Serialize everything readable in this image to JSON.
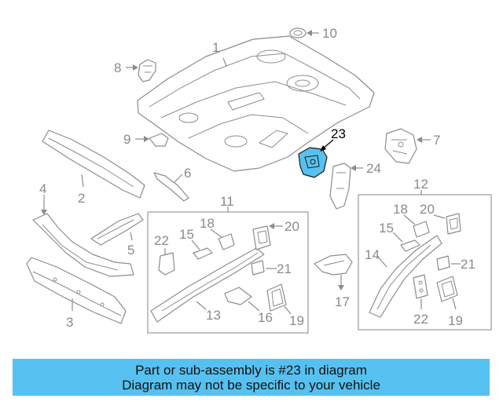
{
  "callouts": {
    "p1": "1",
    "p2": "2",
    "p3": "3",
    "p4": "4",
    "p5": "5",
    "p6": "6",
    "p7": "7",
    "p8": "8",
    "p9": "9",
    "p10": "10",
    "p11": "11",
    "p12": "12",
    "p13": "13",
    "p14": "14",
    "p15a": "15",
    "p15b": "15",
    "p16": "16",
    "p17": "17",
    "p18a": "18",
    "p18b": "18",
    "p19a": "19",
    "p19b": "19",
    "p20a": "20",
    "p20b": "20",
    "p21a": "21",
    "p21b": "21",
    "p22a": "22",
    "p22b": "22",
    "p23": "23",
    "p24": "24"
  },
  "highlight": {
    "part_number": "23",
    "color": "#56c1f0"
  },
  "banner": {
    "line1": "Part or sub-assembly is #23 in diagram",
    "line2": "Diagram may not be specific to your vehicle",
    "background": "#56c1f0"
  }
}
